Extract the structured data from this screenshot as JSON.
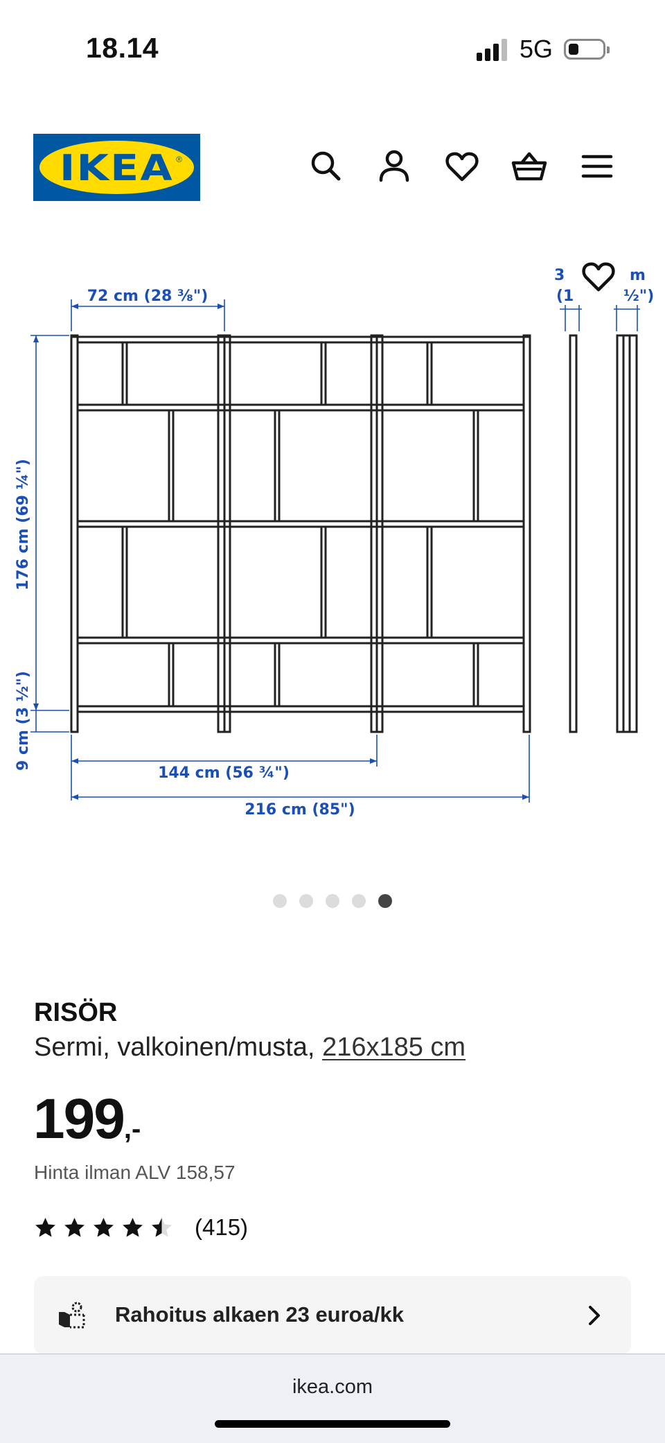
{
  "status_bar": {
    "time": "18.14",
    "network": "5G"
  },
  "header": {
    "logo_text": "IKEA",
    "logo_registered": "®",
    "icons": [
      "search-icon",
      "profile-icon",
      "heart-icon",
      "cart-icon",
      "menu-icon"
    ]
  },
  "gallery": {
    "dimensions": {
      "width_section": "72 cm (28 ⅜\")",
      "height_main": "176 cm (69 ¼\")",
      "height_feet": "9 cm (3 ½\")",
      "width_two_sections": "144 cm (56 ¾\")",
      "width_total": "216 cm (85\")",
      "side_depth_left_top": "3",
      "side_depth_left_bottom": "(1",
      "side_depth_right_top": "m",
      "side_depth_right_bottom": "½\")"
    },
    "slide_count": 5,
    "active_slide": 5
  },
  "product": {
    "name": "RISÖR",
    "description": "Sermi, valkoinen/musta, ",
    "size_link": "216x185 cm",
    "price": "199",
    "price_suffix": ",-",
    "vat_text": "Hinta ilman ALV 158,57",
    "rating": 4.5,
    "review_count": "(415)"
  },
  "finance": {
    "label": "Rahoitus alkaen 23 euroa/kk"
  },
  "browser": {
    "url": "ikea.com"
  },
  "colors": {
    "brand_blue": "#0058a3",
    "brand_yellow": "#ffdb00",
    "dimension_blue": "#1a4fb8"
  }
}
